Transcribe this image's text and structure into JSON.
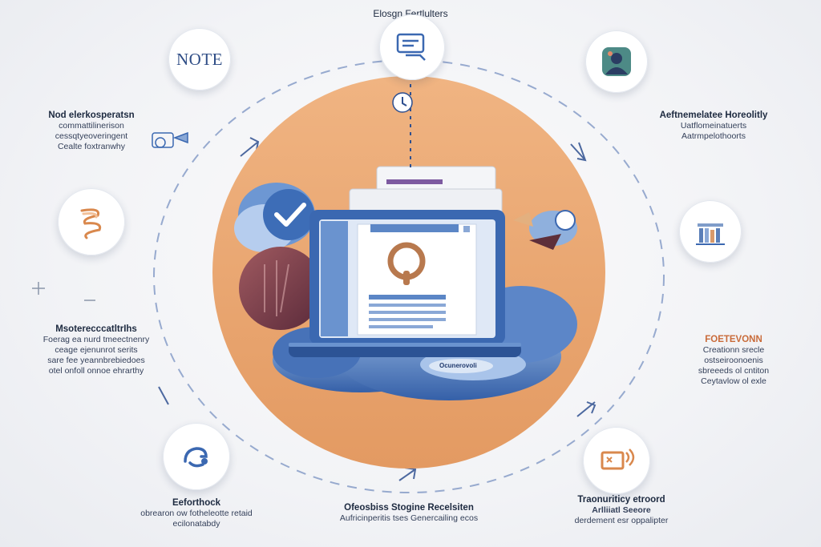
{
  "title": "Elosgn Fеrtlulters",
  "center_badge": "Ocunerovoli",
  "icons": {
    "top_left": "note-icon",
    "top_center": "document-icon",
    "top_right": "user-photo-icon",
    "left": "coil-spring-icon",
    "right": "bookshelf-icon",
    "bottom_left": "hand-drag-icon",
    "bottom_right": "signal-card-icon",
    "central": "laptop-document-key-icon"
  },
  "node_note_text": "NOTE",
  "labels": {
    "top_left": {
      "title": "Nod elerkosperatsn",
      "lines": [
        "commattilinerison",
        "cessqtyeoveringent",
        "Cealte foxtranwhy"
      ]
    },
    "top_right": {
      "title": "Aeftnemelatee Horeolitly",
      "lines": [
        "Uatflomeinatuerts",
        "Aatrmpelothoorts"
      ]
    },
    "left": {
      "title": "MsoterecccatltrIhs",
      "lines": [
        "Foerag ea nurd tmeectnenry",
        "ceage ejenunrot serits",
        "sare fee yeannbrebiedoes",
        "otel onfoll onnoe ehrarthy"
      ]
    },
    "right": {
      "title": "FOETEVONN",
      "lines": [
        "Creationn srecle",
        "ostseiroonoenis",
        "sbreeeds ol cntiton",
        "Ceytavlow ol exle"
      ]
    },
    "bottom_left": {
      "title": "Eeforthock",
      "lines": [
        "obrearon ow fotheleotte retaid",
        "ecilonatabdy"
      ]
    },
    "bottom_center": {
      "title": "Ofeosbiss Stogine Recelsiten",
      "lines": [
        "Aufricinperitis tses Genercailing ecos"
      ]
    },
    "bottom_right": {
      "title": "Traonuriticy etroord",
      "lines": [
        "Arlliiatl Seeore",
        "derdement esr oppalipter"
      ]
    }
  },
  "colors": {
    "accent_blue": "#3b68b1",
    "orange_disc": "#eba571",
    "dashed_ring": "#7f97c4",
    "dark_navy": "#1d2a40"
  }
}
